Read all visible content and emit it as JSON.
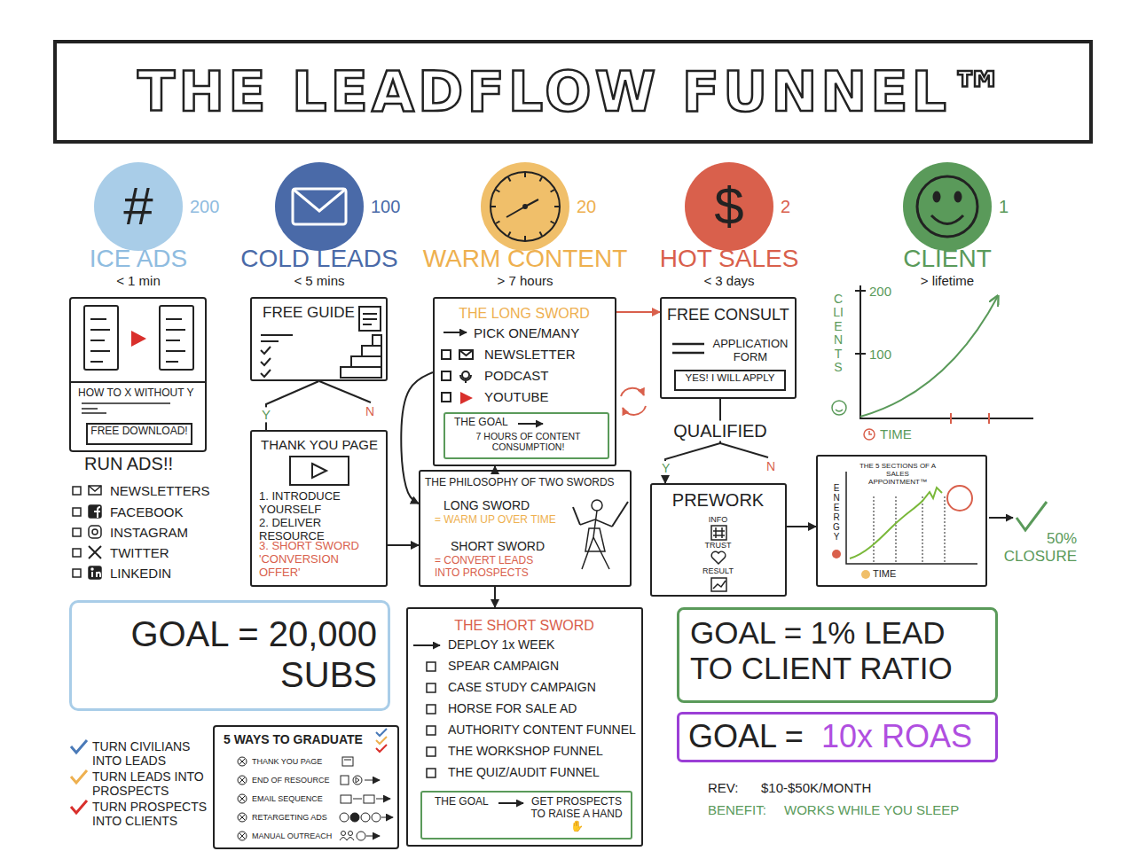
{
  "diagram": {
    "title": "THE LEADFLOW FUNNEL™",
    "nodes": [
      {
        "text": [
          "#",
          "200",
          "ICE ADS",
          "< 1 min"
        ]
      },
      {
        "text": [
          "100",
          "COLD LEADS",
          "< 5 mins"
        ]
      },
      {
        "text": [
          "20",
          "WARM CONTENT",
          "> 7 hours"
        ]
      },
      {
        "text": [
          "$",
          "2",
          "HOT SALES",
          "< 3 days"
        ]
      },
      {
        "text": [
          "1",
          "CLIENT",
          "> lifetime"
        ]
      },
      {
        "text": [
          "HOW TO X WITHOUT Y"
        ]
      },
      {
        "text": [
          "FREE DOWNLOAD!"
        ],
        "in": 5
      },
      {
        "text": [
          "FREE GUIDE"
        ]
      },
      {
        "text": [
          "THE LONG SWORD",
          "PICK ONE/MANY",
          "NEWSLETTER",
          "PODCAST",
          "YOUTUBE"
        ]
      },
      {
        "text": [
          "THE GOAL",
          "7 HOURS OF CONTENT CONSUMPTION!"
        ],
        "in": 8
      },
      {
        "text": [
          "FREE CONSULT",
          "APPLICATION FORM"
        ]
      },
      {
        "text": [
          "YES! I WILL APPLY"
        ],
        "in": 10
      },
      {
        "text": [
          "THANK YOU PAGE",
          "1. INTRODUCE YOURSELF",
          "2. DELIVER RESOURCE",
          "3. SHORT SWORD 'CONVERSION OFFER'"
        ]
      },
      {
        "text": [
          "THE PHILOSOPHY OF TWO SWORDS",
          "LONG SWORD",
          "= WARM UP OVER TIME",
          "SHORT SWORD",
          "= CONVERT LEADS INTO PROSPECTS"
        ]
      },
      {
        "text": [
          "THE SHORT SWORD",
          "DEPLOY 1x WEEK",
          "SPEAR CAMPAIGN",
          "CASE STUDY CAMPAIGN",
          "HORSE FOR SALE AD",
          "AUTHORITY CONTENT FUNNEL",
          "THE WORKSHOP FUNNEL",
          "THE QUIZ/AUDIT FUNNEL"
        ]
      },
      {
        "text": [
          "THE GOAL",
          "GET PROSPECTS TO RAISE A HAND✋"
        ],
        "in": 14
      },
      {
        "text": [
          "PREWORK",
          "INFO",
          "TRUST",
          "RESULT"
        ]
      },
      {
        "text": [
          "THE 5 SECTIONS OF A SALES APPOINTMENT™",
          "ENERGY",
          "TIME"
        ]
      },
      {
        "text": [
          "GOAL = 20,000 SUBS"
        ]
      },
      {
        "text": [
          "GOAL = 1% LEAD TO CLIENT RATIO"
        ]
      },
      {
        "text": [
          "GOAL =",
          "10x ROAS"
        ]
      },
      {
        "text": [
          "5 WAYS TO GRADUATE",
          "THANK YOU PAGE",
          "END OF RESOURCE",
          "EMAIL SEQUENCE",
          "RETARGETING ADS",
          "MANUAL OUTREACH"
        ]
      }
    ],
    "edges": [
      {
        "from": 7,
        "to": 12,
        "arrow": "none",
        "label": "Y"
      },
      {
        "from": 12,
        "to": 13,
        "arrow": "to"
      },
      {
        "from": 8,
        "to": 13,
        "arrow": "to"
      },
      {
        "from": 13,
        "to": 8,
        "arrow": "to"
      },
      {
        "from": 13,
        "to": 14,
        "arrow": "to"
      },
      {
        "from": 8,
        "to": 10,
        "arrow": "to"
      },
      {
        "from": 10,
        "to": 16,
        "arrow": "to",
        "label": "QUALIFIED"
      },
      {
        "from": 16,
        "to": 17,
        "arrow": "to"
      }
    ],
    "labels": [
      "RUN ADS!!",
      "NEWSLETTERS",
      "FACEBOOK",
      "INSTAGRAM",
      "TWITTER",
      "LINKEDIN",
      "N",
      "N",
      "Y",
      "50% CLOSURE",
      "CLIENTS",
      "200",
      "100",
      "TIME",
      "REV:",
      "$10-$50K/MONTH",
      "BENEFIT:",
      "WORKS WHILE YOU SLEEP"
    ],
    "legend": [
      {
        "text": "TURN CIVILIANS INTO LEADS"
      },
      {
        "text": "TURN LEADS INTO PROSPECTS"
      },
      {
        "text": "TURN PROSPECTS INTO CLIENTS"
      }
    ]
  }
}
